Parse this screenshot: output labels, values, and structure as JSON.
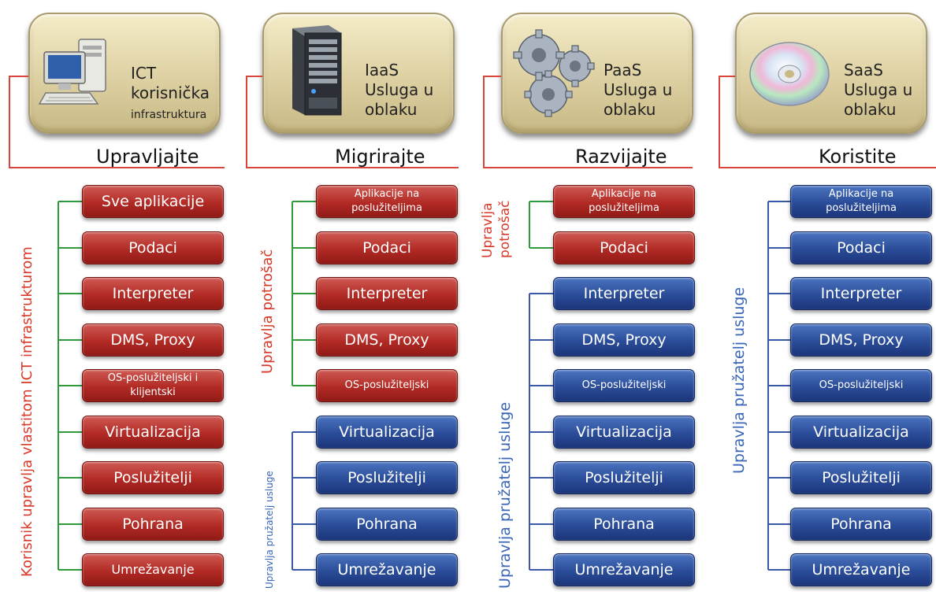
{
  "columns": [
    {
      "title_lines": [
        "ICT",
        "korisnička"
      ],
      "title_small": "infrastruktura",
      "verb": "Upravljajte",
      "icon": "desktop-computer-icon",
      "groups": [
        {
          "label": "Korisnik  upravlja vlastitom  ICT infrastrukturom",
          "color": "red"
        }
      ],
      "items": [
        "Sve aplikacije",
        "Podaci",
        "Interpreter",
        "DMS, Proxy",
        "OS-poslužiteljski i klijentski",
        "Virtualizacija",
        "Poslužitelji",
        "Pohrana",
        "Umrežavanje"
      ]
    },
    {
      "title_lines": [
        "IaaS",
        "Usluga u",
        "oblaku"
      ],
      "verb": "Migrirajte",
      "icon": "server-icon",
      "groups": [
        {
          "label": "Upravlja potrošač",
          "color": "red"
        },
        {
          "label": "Upravlja pružatelj usluge",
          "color": "blue"
        }
      ],
      "items": [
        "Aplikacije na poslužiteljima",
        "Podaci",
        "Interpreter",
        "DMS, Proxy",
        "OS-poslužiteljski",
        "Virtualizacija",
        "Poslužitelji",
        "Pohrana",
        "Umrežavanje"
      ]
    },
    {
      "title_lines": [
        "PaaS",
        "Usluga u",
        "oblaku"
      ],
      "verb": "Razvijajte",
      "icon": "gears-icon",
      "groups": [
        {
          "label_lines": [
            "Upravlja",
            "potrošač"
          ],
          "color": "red"
        },
        {
          "label": "Upravlja pružatelj usluge",
          "color": "blue"
        }
      ],
      "items": [
        "Aplikacije na poslužiteljima",
        "Podaci",
        "Interpreter",
        "DMS, Proxy",
        "OS-poslužiteljski",
        "Virtualizacija",
        "Poslužitelji",
        "Pohrana",
        "Umrežavanje"
      ]
    },
    {
      "title_lines": [
        "SaaS",
        "Usluga u",
        "oblaku"
      ],
      "verb": "Koristite",
      "icon": "cd-disc-icon",
      "groups": [
        {
          "label": "Upravlja pružatelj usluge",
          "color": "blue"
        }
      ],
      "items": [
        "Aplikacije na poslužiteljima",
        "Podaci",
        "Interpreter",
        "DMS, Proxy",
        "OS-poslužiteljski",
        "Virtualizacija",
        "Poslužitelji",
        "Pohrana",
        "Umrežavanje"
      ]
    }
  ],
  "colors": {
    "red_box": "#b22a24",
    "blue_box": "#2a4c98",
    "red_line": "#d8453a",
    "green_line": "#2e9a3a",
    "blue_line": "#3a5aa8",
    "header": "#ddd0a2"
  }
}
